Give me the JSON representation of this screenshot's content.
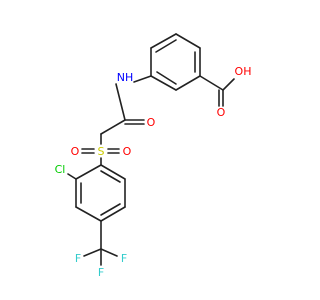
{
  "molecule": {
    "colors": {
      "bond": "#222222",
      "oxygen": "#ff0000",
      "nitrogen": "#0000ff",
      "sulfur": "#cccc00",
      "chlorine": "#00cc00",
      "fluorine": "#33cccc"
    },
    "labels": {
      "oh": "OH",
      "nh": "NH",
      "amide_o": "O",
      "acid_o": "O",
      "s": "S",
      "s_o_left": "O",
      "s_o_right": "O",
      "cl": "Cl",
      "f_left": "F",
      "f_right": "F",
      "f_bottom": "F"
    }
  }
}
